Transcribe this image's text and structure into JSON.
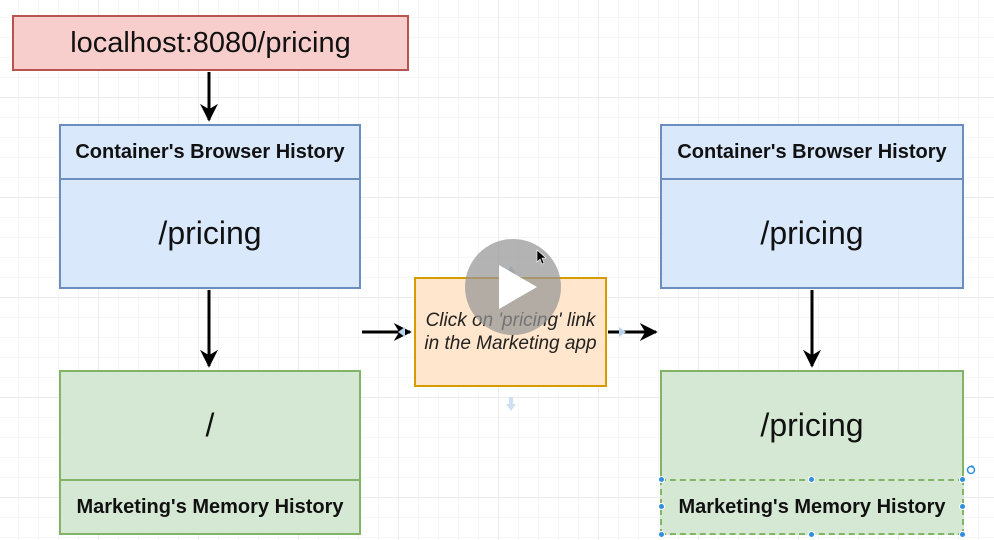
{
  "url_box": {
    "text": "localhost:8080/pricing"
  },
  "left_column": {
    "browser_history": {
      "title": "Container's Browser History",
      "value": "/pricing"
    },
    "memory_history": {
      "value": "/",
      "title": "Marketing's Memory History"
    }
  },
  "action_box": {
    "text": "Click on 'pricing' link in the Marketing app"
  },
  "right_column": {
    "browser_history": {
      "title": "Container's Browser History",
      "value": "/pricing"
    },
    "memory_history": {
      "value": "/pricing",
      "title": "Marketing's Memory History"
    }
  },
  "video_overlay": {
    "icon": "play-icon"
  },
  "colors": {
    "url_fill": "#f8cecc",
    "url_stroke": "#b85450",
    "blue_fill": "#dae8fc",
    "blue_stroke": "#6c8ebf",
    "green_fill": "#d5e8d4",
    "green_stroke": "#82b366",
    "orange_fill": "#ffe6cc",
    "orange_stroke": "#d79b00",
    "selection": "#2e8fe0"
  }
}
